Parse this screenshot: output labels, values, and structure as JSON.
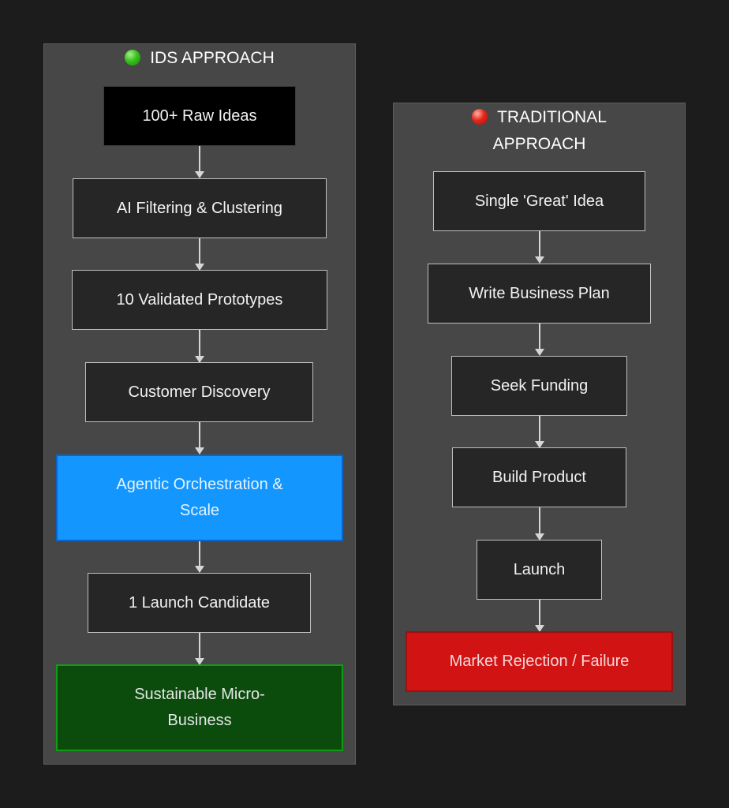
{
  "ids": {
    "title": "IDS APPROACH",
    "dot_color": "#2dbf1a",
    "nodes": [
      "100+ Raw Ideas",
      "AI Filtering & Clustering",
      "10 Validated Prototypes",
      "Customer Discovery",
      "Agentic Orchestration & Scale",
      "1 Launch Candidate",
      "Sustainable Micro-Business"
    ]
  },
  "traditional": {
    "title": "TRADITIONAL APPROACH",
    "dot_color": "#e0261a",
    "nodes": [
      "Single 'Great' Idea",
      "Write Business Plan",
      "Seek Funding",
      "Build Product",
      "Launch",
      "Market Rejection / Failure"
    ]
  },
  "colors": {
    "background": "#1c1c1c",
    "panel": "#474747",
    "highlight_blue": "#1397ff",
    "success_green": "#0b4c0d",
    "failure_red": "#d11313"
  }
}
